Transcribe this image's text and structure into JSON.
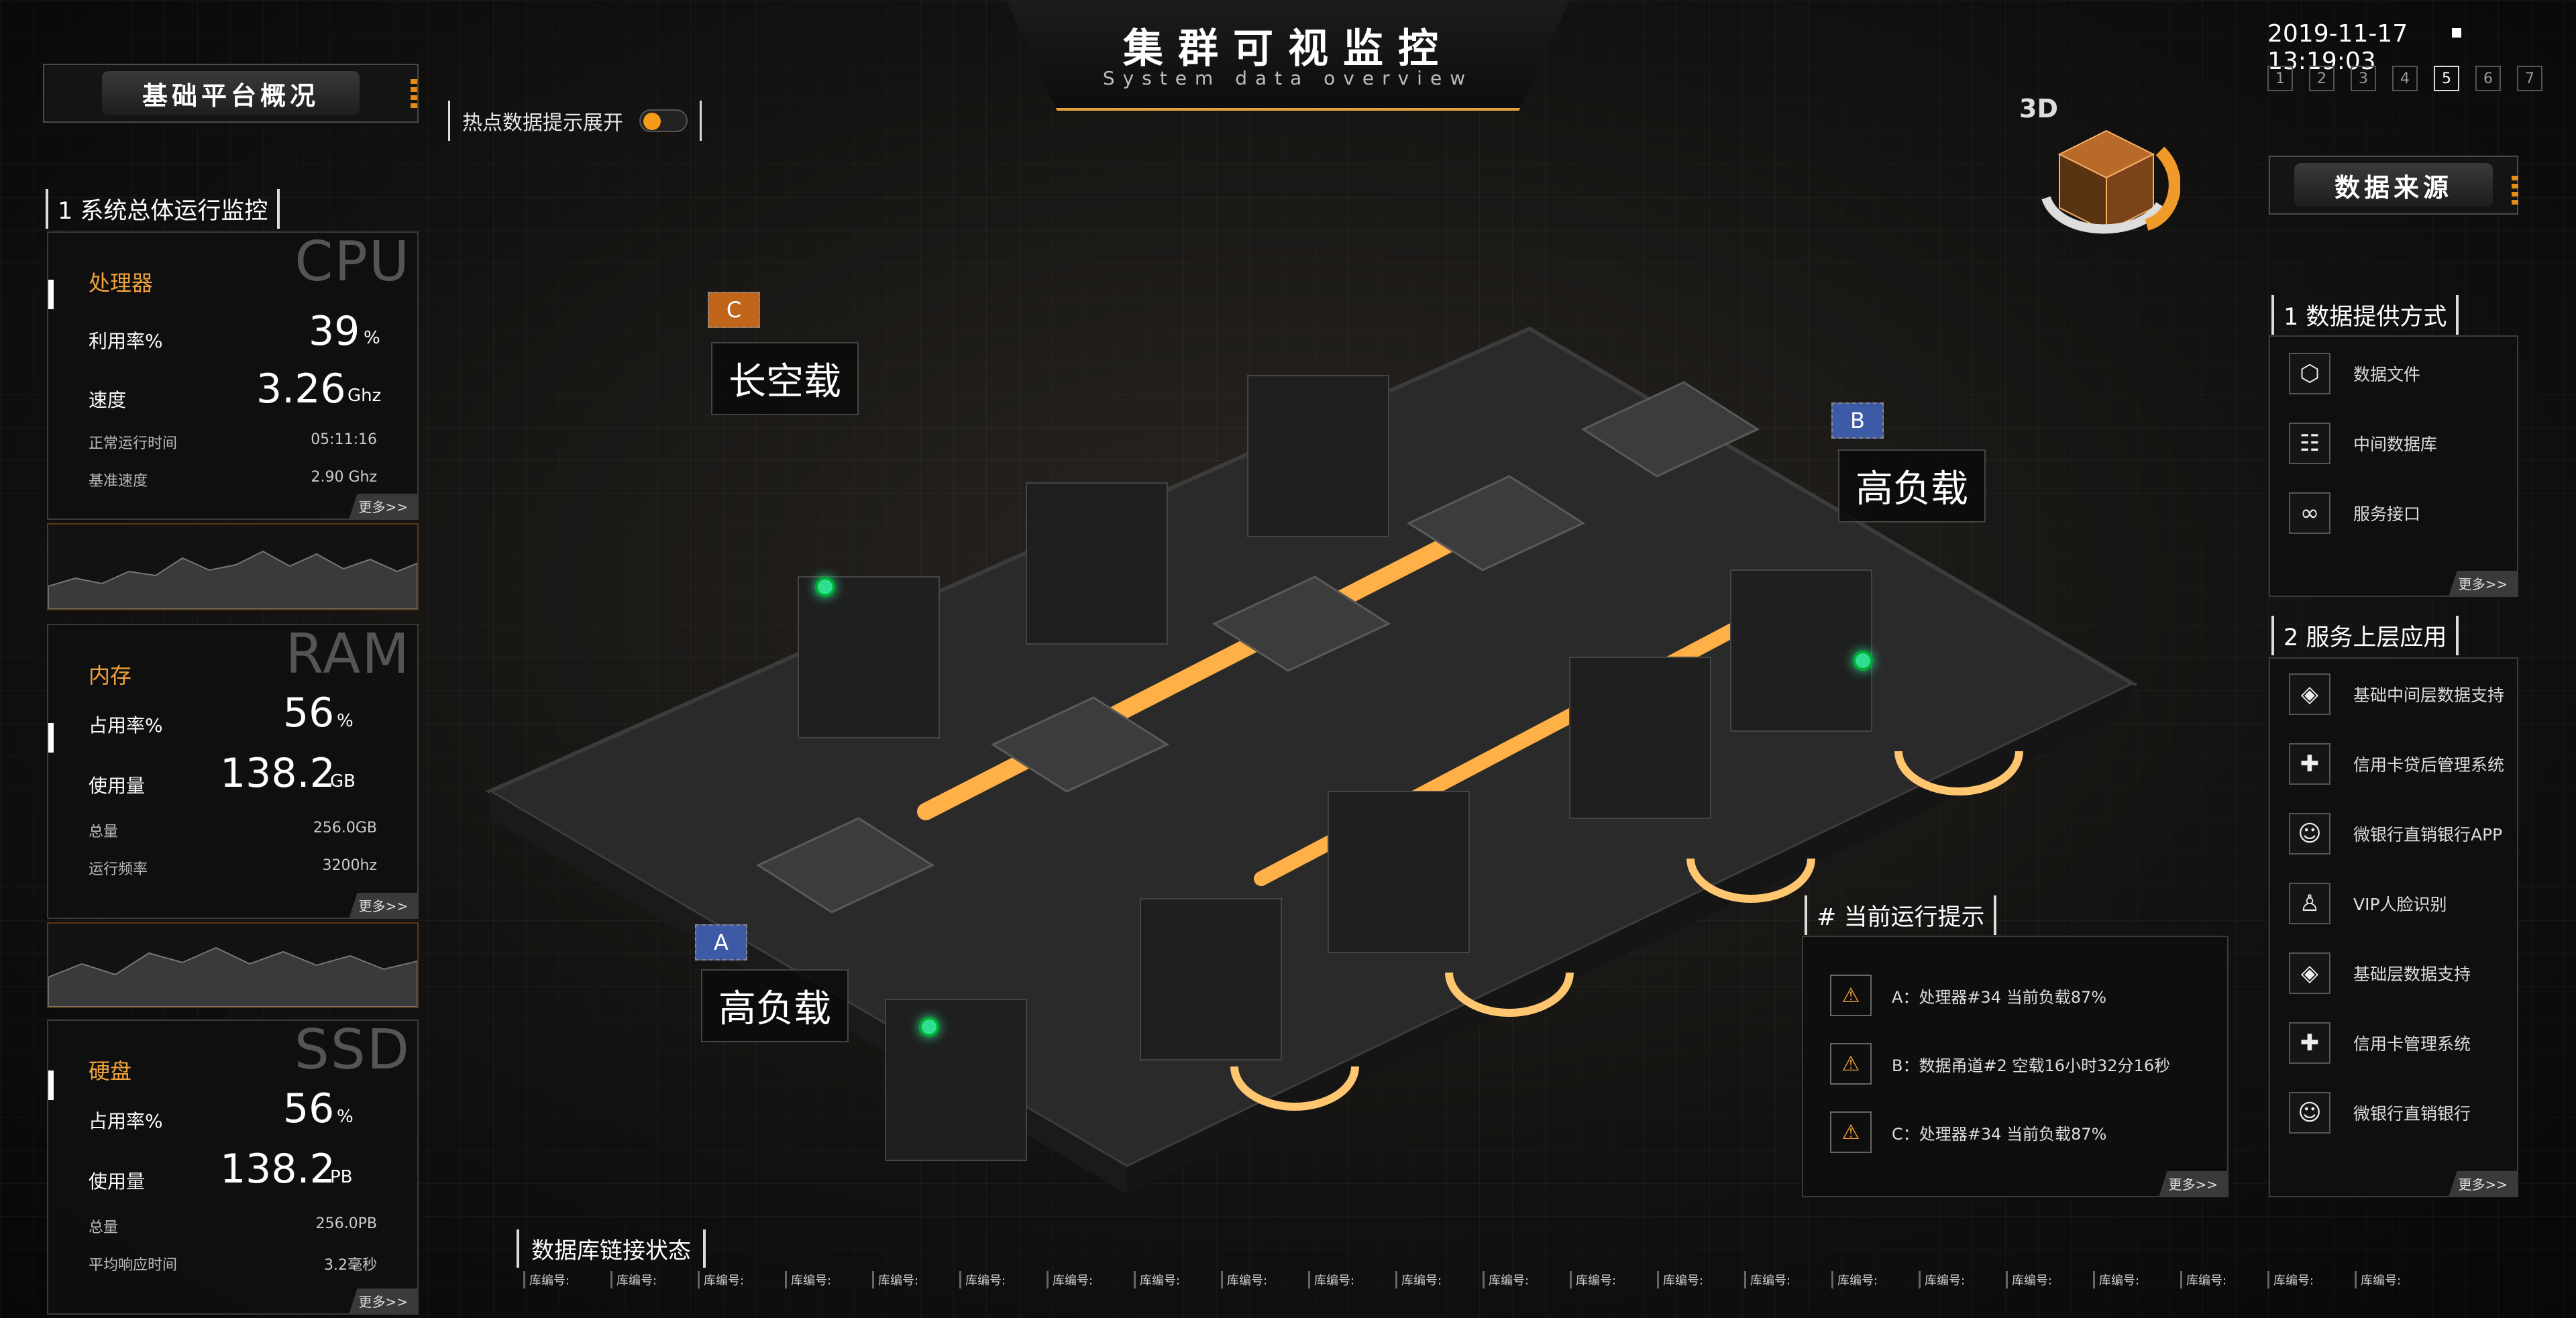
{
  "header": {
    "title": "集群可视监控",
    "subtitle": "System data overview"
  },
  "datetime": {
    "date": "2019-11-17",
    "time": "13:19:03"
  },
  "pager": [
    "1",
    "2",
    "3",
    "4",
    "5",
    "6",
    "7"
  ],
  "left": {
    "platform_button": "基础平台概况",
    "section_title": "1 系统总体运行监控",
    "cpu": {
      "big": "CPU",
      "category": "处理器",
      "usage_label": "利用率%",
      "usage_value": "39",
      "usage_unit": "%",
      "speed_label": "速度",
      "speed_value": "3.26",
      "speed_unit": "Ghz",
      "m1_label": "正常运行时间",
      "m1_value": "05:11:16",
      "m2_label": "基准速度",
      "m2_value": "2.90 Ghz",
      "more": "更多>>"
    },
    "ram": {
      "big": "RAM",
      "category": "内存",
      "usage_label": "占用率%",
      "usage_value": "56",
      "usage_unit": "%",
      "used_label": "使用量",
      "used_value": "138.2",
      "used_unit": "GB",
      "m1_label": "总量",
      "m1_value": "256.0GB",
      "m2_label": "运行频率",
      "m2_value": "3200hz",
      "more": "更多>>"
    },
    "ssd": {
      "big": "SSD",
      "category": "硬盘",
      "usage_label": "占用率%",
      "usage_value": "56",
      "usage_unit": "%",
      "used_label": "使用量",
      "used_value": "138.2",
      "used_unit": "PB",
      "m1_label": "总量",
      "m1_value": "256.0PB",
      "m2_label": "平均响应时间",
      "m2_value": "3.2毫秒",
      "more": "更多>>"
    }
  },
  "toggle": {
    "label": "热点数据提示展开",
    "state": "on"
  },
  "view_toggle": "3D",
  "tags": {
    "c_letter": "C",
    "c_text": "长空载",
    "b_letter": "B",
    "b_text": "高负载",
    "a_letter": "A",
    "a_text": "高负载"
  },
  "right": {
    "source_button": "数据来源",
    "sec1": "1 数据提供方式",
    "providers": [
      {
        "icon": "cube-icon",
        "label": "数据文件"
      },
      {
        "icon": "hierarchy-icon",
        "label": "中间数据库"
      },
      {
        "icon": "link-icon",
        "label": "服务接口"
      }
    ],
    "sec2": "2 服务上层应用",
    "apps": [
      {
        "icon": "layers-icon",
        "label": "基础中间层数据支持"
      },
      {
        "icon": "plus-square-icon",
        "label": "信用卡贷后管理系统"
      },
      {
        "icon": "smile-icon",
        "label": "微银行直销银行APP"
      },
      {
        "icon": "user-check-icon",
        "label": "VIP人脸识别"
      },
      {
        "icon": "layers-icon",
        "label": "基础层数据支持"
      },
      {
        "icon": "plus-square-icon",
        "label": "信用卡管理系统"
      },
      {
        "icon": "smile-icon",
        "label": "微银行直销银行"
      }
    ],
    "more1": "更多>>",
    "more2": "更多>>"
  },
  "tips": {
    "title": "# 当前运行提示",
    "rows": [
      "A：处理器#34  当前负载87%",
      "B：数据甬道#2  空载16小时32分16秒",
      "C：处理器#34  当前负载87%"
    ],
    "more": "更多>>"
  },
  "db": {
    "title": "数据库链接状态",
    "cell_label": "库编号:"
  },
  "colors": {
    "accent": "#f0a23b",
    "success": "#2fdf8f",
    "tag_blue": "#3c5aa6",
    "tag_orange": "#c0651a"
  }
}
